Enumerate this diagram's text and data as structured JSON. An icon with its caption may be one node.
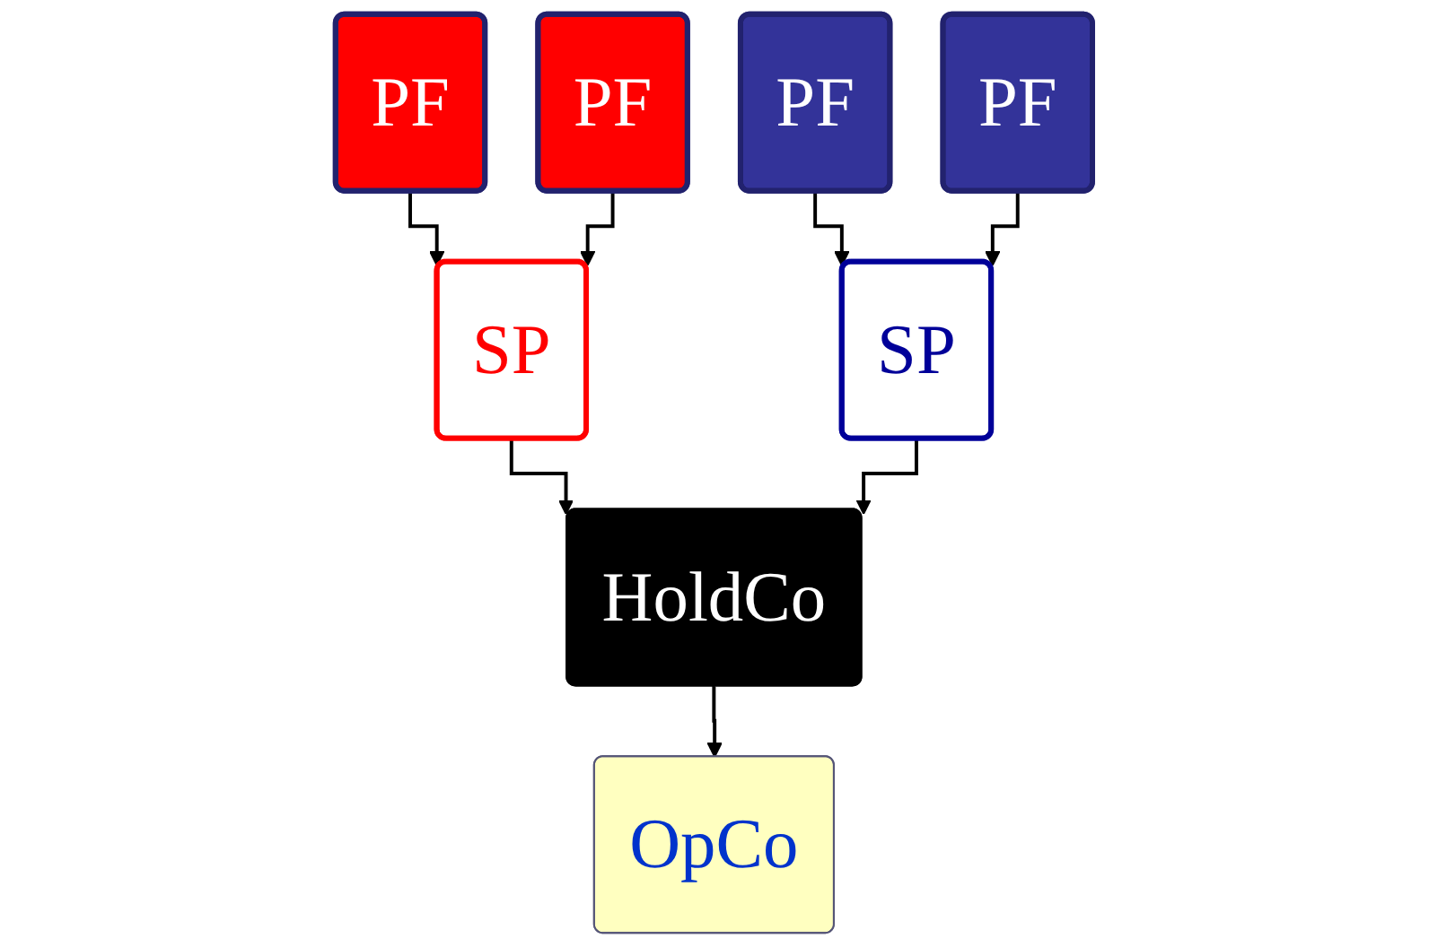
{
  "diagram": {
    "nodes": [
      {
        "text": [
          "PF"
        ]
      },
      {
        "text": [
          "PF"
        ]
      },
      {
        "text": [
          "PF"
        ]
      },
      {
        "text": [
          "PF"
        ]
      },
      {
        "text": [
          "SP"
        ]
      },
      {
        "text": [
          "SP"
        ]
      },
      {
        "text": [
          "HoldCo"
        ]
      },
      {
        "text": [
          "OpCo"
        ]
      }
    ],
    "edges": [
      {
        "from": 0,
        "to": 4,
        "arrow": "to"
      },
      {
        "from": 1,
        "to": 4,
        "arrow": "to"
      },
      {
        "from": 2,
        "to": 5,
        "arrow": "to"
      },
      {
        "from": 3,
        "to": 5,
        "arrow": "to"
      },
      {
        "from": 4,
        "to": 6,
        "arrow": "to"
      },
      {
        "from": 5,
        "to": 6,
        "arrow": "to"
      },
      {
        "from": 6,
        "to": 7,
        "arrow": "to"
      }
    ]
  }
}
